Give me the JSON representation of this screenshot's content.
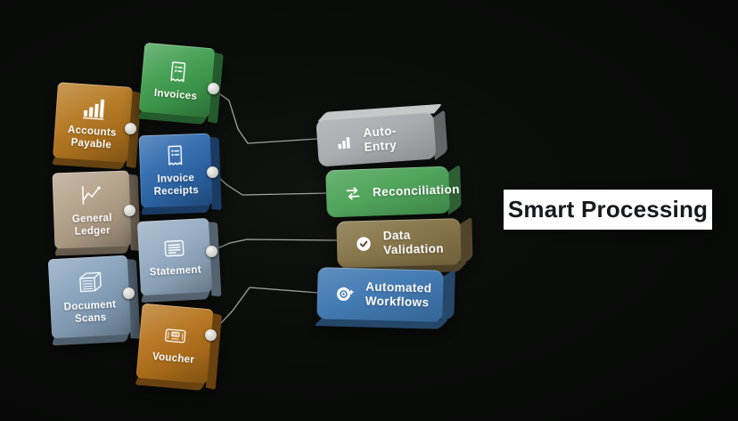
{
  "canvas": {
    "background": "#0a0c0a"
  },
  "headline": {
    "label": "Smart Processing",
    "bg": "#ffffff",
    "text_color": "#17181a"
  },
  "source_nodes": [
    {
      "label": "Accounts Payable",
      "icon": "bar-chart-icon",
      "color": "#b5771f"
    },
    {
      "label": "General Ledger",
      "icon": "line-chart-icon",
      "color": "#b3a189"
    },
    {
      "label": "Document Scans",
      "icon": "document-stack-icon",
      "color": "#87a2bc"
    }
  ],
  "document_nodes": [
    {
      "label": "Invoices",
      "icon": "invoice-icon",
      "color": "#3f9d4e"
    },
    {
      "label": "Invoice Receipts",
      "icon": "receipt-icon",
      "color": "#2d68ac"
    },
    {
      "label": "Statement",
      "icon": "statement-icon",
      "color": "#93abc2"
    },
    {
      "label": "Voucher",
      "icon": "voucher-icon",
      "color": "#b5731c"
    }
  ],
  "process_steps": [
    {
      "label": "Auto-Entry",
      "icon": "bar-chart-icon",
      "color": "#a9aaae",
      "text_color": "#ffffff"
    },
    {
      "label": "Reconciliation",
      "icon": "swap-arrows-icon",
      "color": "#4ba257",
      "text_color": "#ffffff"
    },
    {
      "label": "Data Validation",
      "icon": "check-circle-icon",
      "color": "#857346",
      "text_color": "#ffffff"
    },
    {
      "label": "Automated Workflows",
      "icon": "gear-plus-icon",
      "color": "#3e77b1",
      "text_color": "#ffffff"
    }
  ],
  "connections": [
    {
      "from": "Invoices",
      "to": "Auto-Entry"
    },
    {
      "from": "Invoice Receipts",
      "to": "Reconciliation"
    },
    {
      "from": "Statement",
      "to": "Data Validation"
    },
    {
      "from": "Voucher",
      "to": "Automated Workflows"
    }
  ],
  "wire_color": "#c8cbc3"
}
